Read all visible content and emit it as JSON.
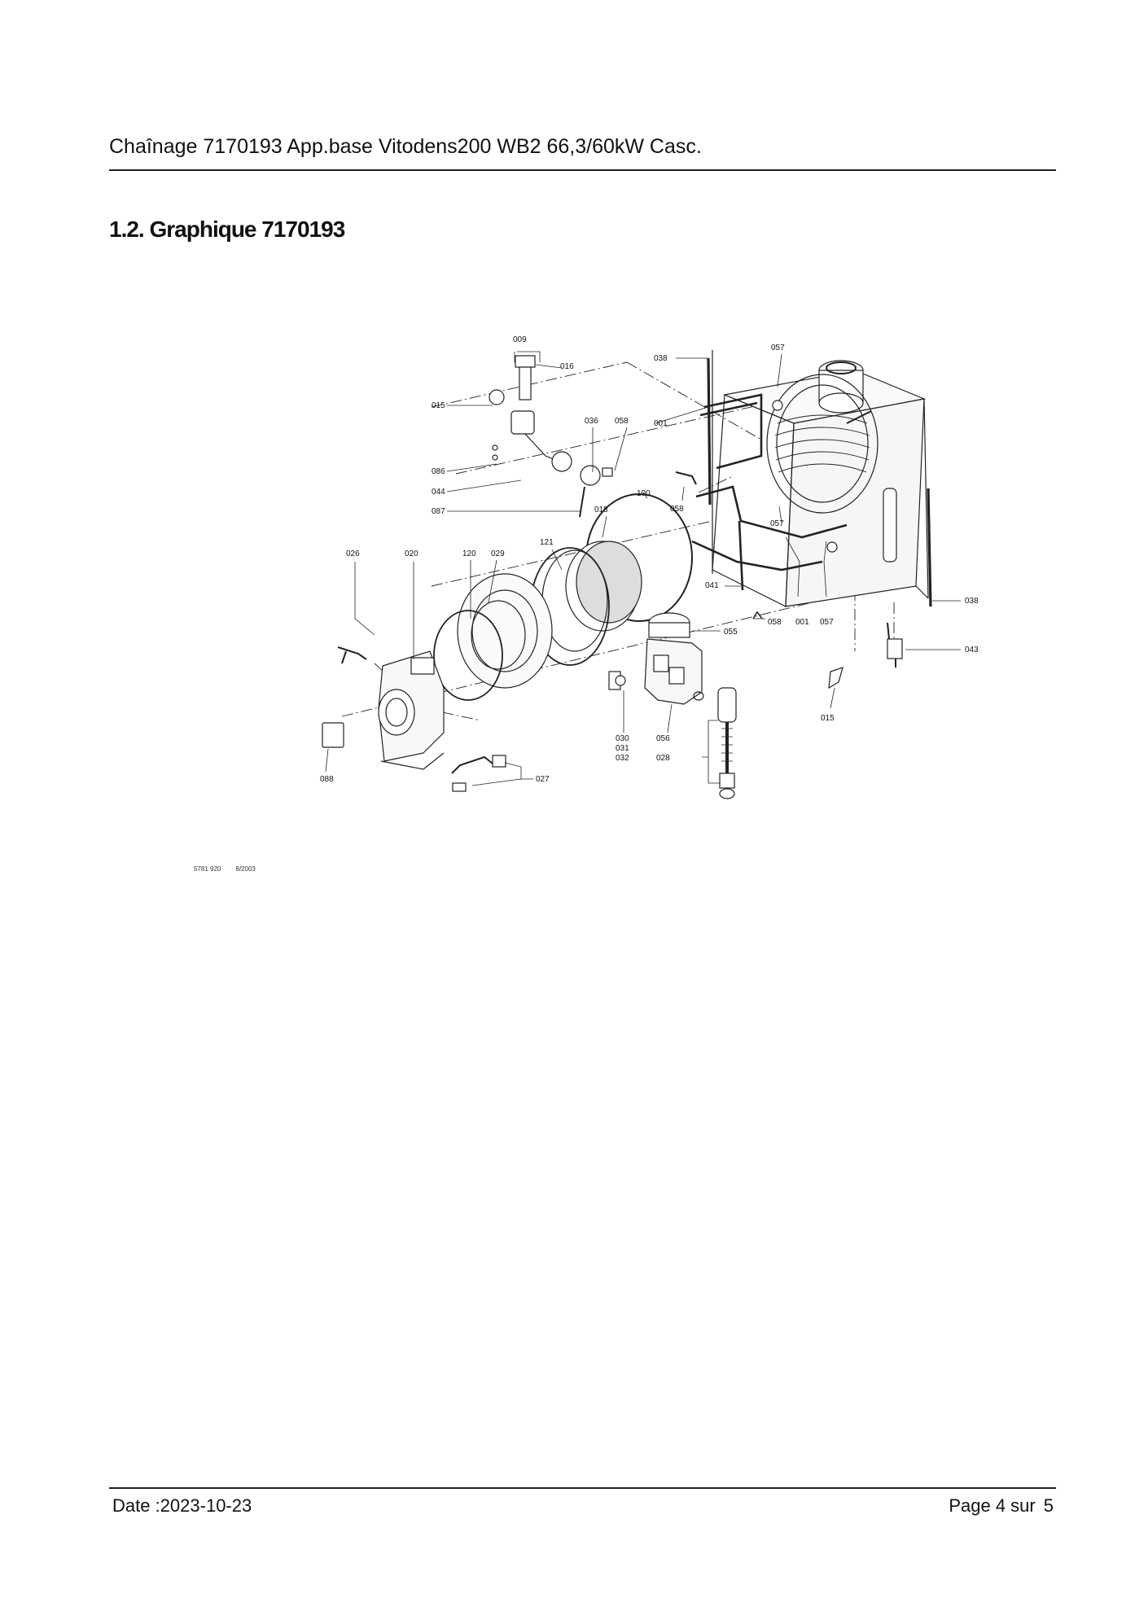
{
  "header": {
    "title": "Chaînage 7170193 App.base Vitodens200 WB2 66,3/60kW Casc."
  },
  "section": {
    "title": "1.2. Graphique 7170193"
  },
  "diagram": {
    "part_labels": {
      "p009": "009",
      "p016": "016",
      "p015a": "015",
      "p036": "036",
      "p058a": "058",
      "p086": "086",
      "p044": "044",
      "p087": "087",
      "p038a": "038",
      "p057a": "057",
      "p001a": "001",
      "p100": "100",
      "p018": "018",
      "p058b": "058",
      "p121": "121",
      "p057b": "057",
      "p026": "026",
      "p020": "020",
      "p120": "120",
      "p029": "029",
      "p041": "041",
      "p058c": "058",
      "p001b": "001",
      "p057c": "057",
      "p038b": "038",
      "p055": "055",
      "p043": "043",
      "p030": "030",
      "p031": "031",
      "p032": "032",
      "p056": "056",
      "p028": "028",
      "p015b": "015",
      "p088": "088",
      "p027": "027"
    }
  },
  "doc_ref": {
    "code": "5781 920",
    "date": "8/2003"
  },
  "footer": {
    "date": "Date :2023-10-23",
    "page_prefix": "Page 4 sur",
    "page_total": "5"
  }
}
